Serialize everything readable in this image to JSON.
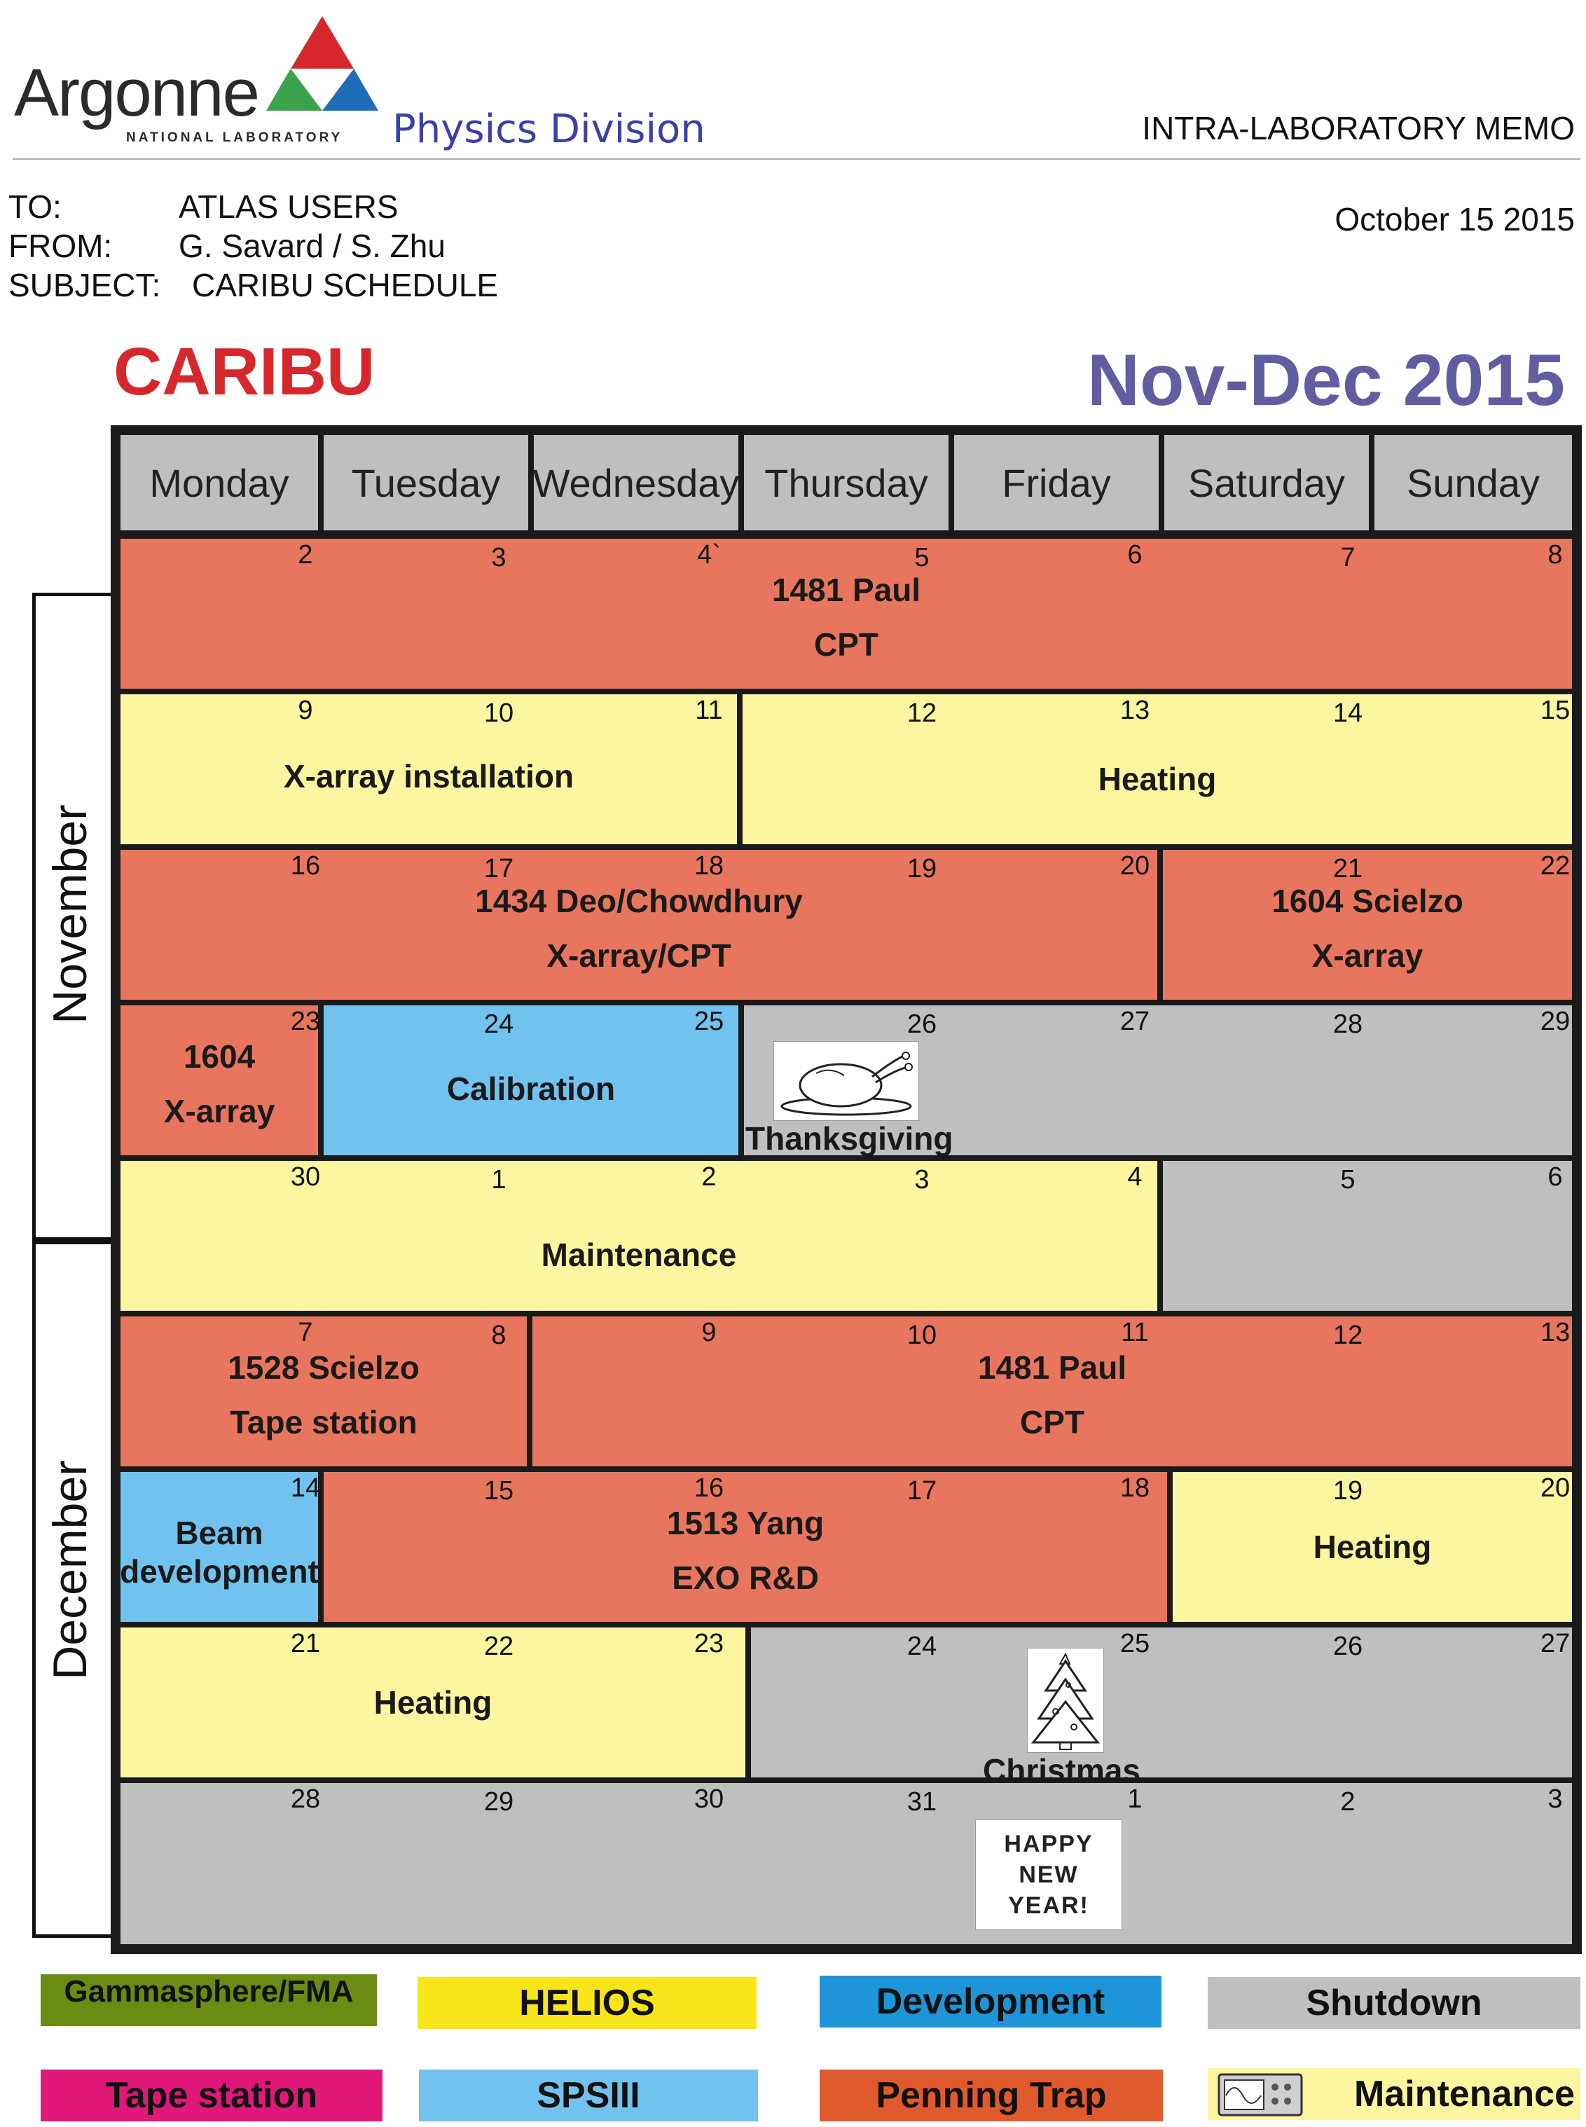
{
  "header": {
    "logo_name": "Argonne",
    "logo_sub": "NATIONAL LABORATORY",
    "division": "Physics Division",
    "memo_type": "INTRA-LABORATORY MEMO"
  },
  "memo": {
    "to_label": "TO:",
    "to": "ATLAS USERS",
    "from_label": "FROM:",
    "from": "G. Savard / S. Zhu",
    "subject_label": "SUBJECT:",
    "subject": "CARIBU SCHEDULE",
    "date": "October 15 2015"
  },
  "title": {
    "facility": "CARIBU",
    "period": "Nov-Dec 2015"
  },
  "days": [
    "Monday",
    "Tuesday",
    "Wednesday",
    "Thursday",
    "Friday",
    "Saturday",
    "Sunday"
  ],
  "months": [
    "November",
    "December"
  ],
  "weeks": [
    {
      "dates": [
        "2",
        "3",
        "4`",
        "5",
        "6",
        "7",
        "8"
      ]
    },
    {
      "dates": [
        "9",
        "10",
        "11",
        "12",
        "13",
        "14",
        "15"
      ]
    },
    {
      "dates": [
        "16",
        "17",
        "18",
        "19",
        "20",
        "21",
        "22"
      ]
    },
    {
      "dates": [
        "23",
        "24",
        "25",
        "26",
        "27",
        "28",
        "29"
      ]
    },
    {
      "dates": [
        "30",
        "1",
        "2",
        "3",
        "4",
        "5",
        "6"
      ]
    },
    {
      "dates": [
        "7",
        "8",
        "9",
        "10",
        "11",
        "12",
        "13"
      ]
    },
    {
      "dates": [
        "14",
        "15",
        "16",
        "17",
        "18",
        "19",
        "20"
      ]
    },
    {
      "dates": [
        "21",
        "22",
        "23",
        "24",
        "25",
        "26",
        "27"
      ]
    },
    {
      "dates": [
        "28",
        "29",
        "30",
        "31",
        "1",
        "2",
        "3"
      ]
    }
  ],
  "blocks": {
    "w1": [
      "1481  Paul",
      "CPT"
    ],
    "w2a": [
      "X-array installation"
    ],
    "w2b": [
      "Heating"
    ],
    "w3a": [
      "1434 Deo/Chowdhury",
      "X-array/CPT"
    ],
    "w3b": [
      "1604 Scielzo",
      "X-array"
    ],
    "w4a": [
      "1604",
      "X-array"
    ],
    "w4b": [
      "Calibration"
    ],
    "w4c": [
      "Thanksgiving"
    ],
    "w5a": [
      "Maintenance"
    ],
    "w6a": [
      "1528 Scielzo",
      "Tape station"
    ],
    "w6b": [
      "1481  Paul",
      "CPT"
    ],
    "w7a": [
      "Beam",
      "development"
    ],
    "w7b": [
      "1513  Yang",
      "EXO R&D"
    ],
    "w7c": [
      "Heating"
    ],
    "w8a": [
      "Heating"
    ],
    "w8b": [
      "Christmas"
    ]
  },
  "new_year": [
    "HAPPY",
    "NEW",
    "YEAR!"
  ],
  "legend": [
    {
      "label": "Gammasphere/FMA",
      "color": "#6b8c13"
    },
    {
      "label": "HELIOS",
      "color": "#f7e51a"
    },
    {
      "label": "Development",
      "color": "#1e95d8"
    },
    {
      "label": "Shutdown",
      "color": "#bfbfbf"
    },
    {
      "label": "Tape station",
      "color": "#e0187a"
    },
    {
      "label": "SPSIII",
      "color": "#72c2ef"
    },
    {
      "label": "Penning Trap",
      "color": "#e05a2e"
    },
    {
      "label": "Maintenance",
      "color": "#fcf6a0"
    }
  ]
}
